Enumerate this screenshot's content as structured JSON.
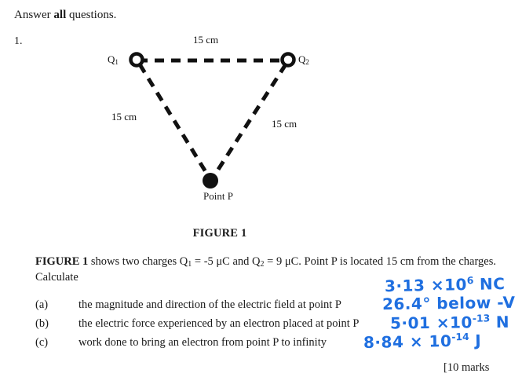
{
  "instruction": {
    "prefix": "Answer ",
    "emphasis": "all",
    "suffix": " questions."
  },
  "question_number": "1.",
  "figure": {
    "caption": "FIGURE 1",
    "charge_labels": {
      "q1_base": "Q",
      "q1_sub": "1",
      "q2_base": "Q",
      "q2_sub": "2"
    },
    "point_label": "Point P",
    "dimensions": {
      "top": "15 cm",
      "left": "15 cm",
      "right": "15 cm"
    }
  },
  "problem": {
    "figure_ref": "FIGURE 1",
    "line1_part1": " shows two charges Q",
    "q1_sub": "1",
    "line1_part2": " = -5 μC and Q",
    "q2_sub": "2",
    "line1_part3": " = 9 μC. Point P is located 15 cm from ",
    "line2": "the charges. Calculate"
  },
  "subquestions": [
    {
      "marker": "(a)",
      "text": "the magnitude and direction of the electric field at point P"
    },
    {
      "marker": "(b)",
      "text": "the electric force experienced by an electron placed at point P"
    },
    {
      "marker": "(c)",
      "text": "work done to bring an electron from point P to infinity"
    }
  ],
  "marks": "[10 marks",
  "handwritten_answers": {
    "a_magnitude_mantissa": "3·13 ×10",
    "a_magnitude_exponent": "6",
    "a_magnitude_unit": " NC",
    "a_direction": "26.4° below -V",
    "b_mantissa": "5·01 ×10",
    "b_exponent": "-13",
    "b_unit": " N",
    "c_mantissa": "8·84 × 10",
    "c_exponent": "-14",
    "c_unit": " J",
    "ink_color": "#1f6fe0"
  }
}
